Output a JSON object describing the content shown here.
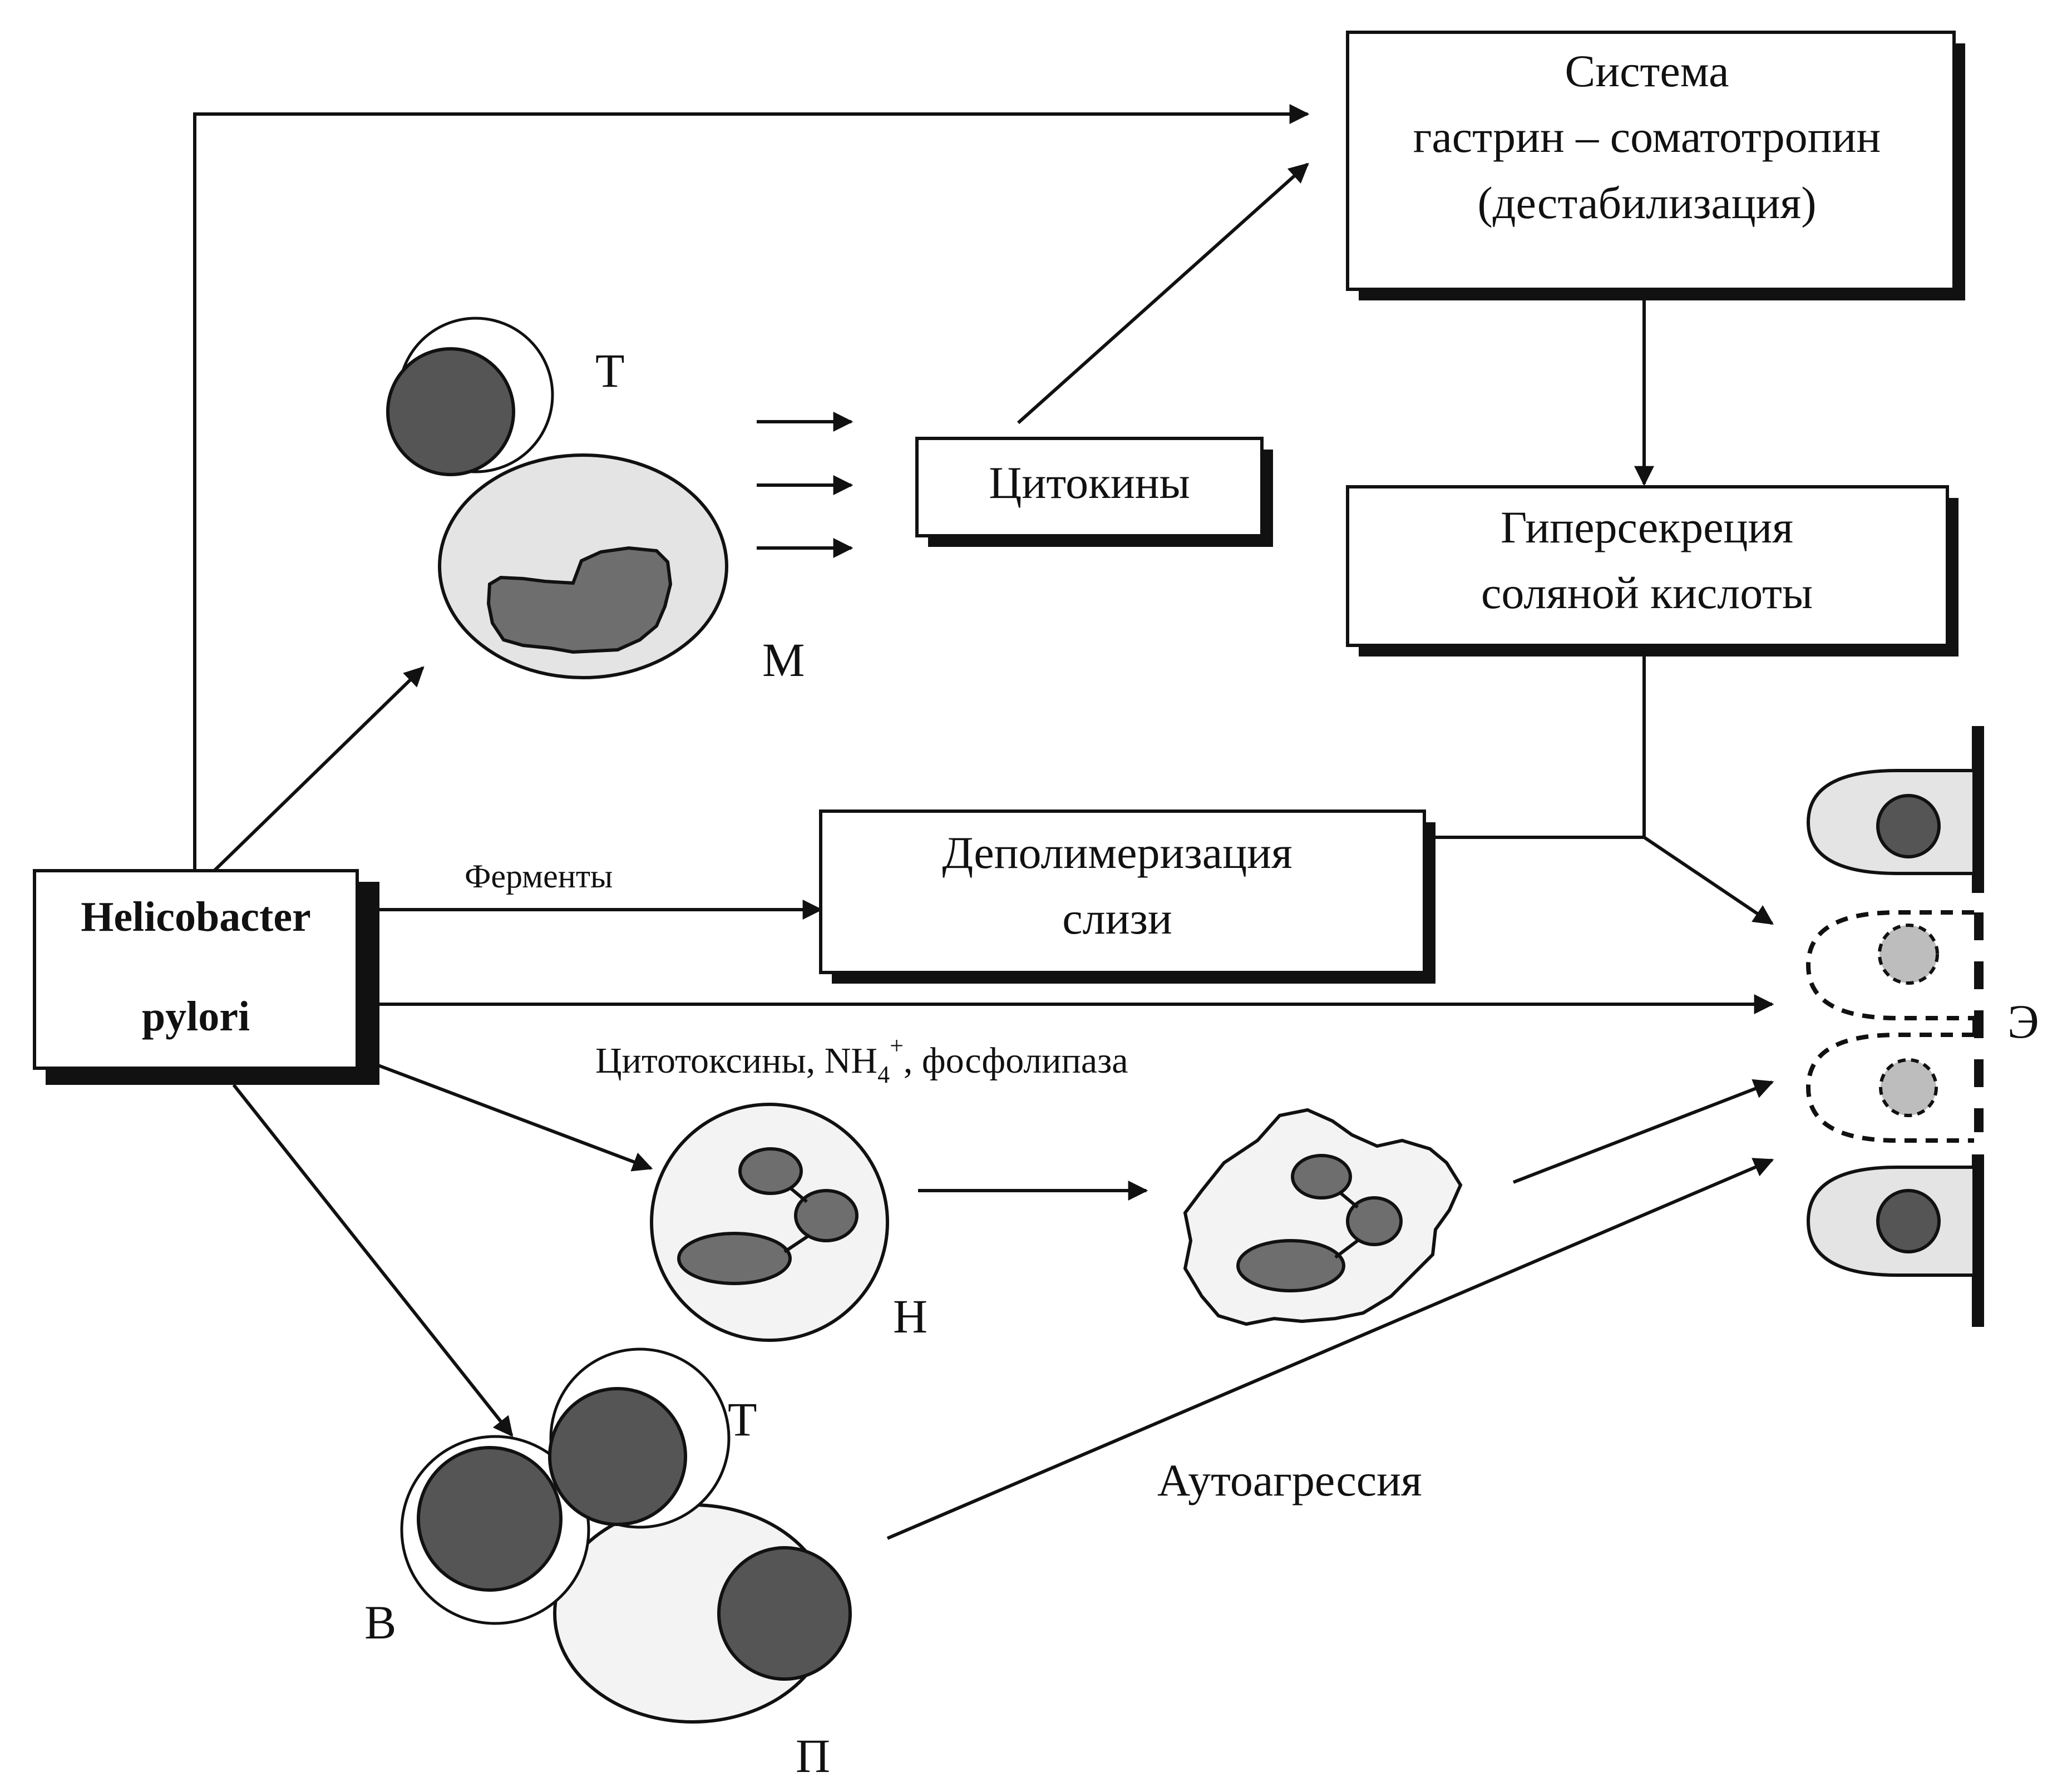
{
  "boxes": {
    "helicobacter": [
      "Helicobacter",
      "pylori"
    ],
    "gastrin_system": [
      "Система",
      "гастрин – соматотропин",
      "(дестабилизация)"
    ],
    "cytokines": "Цитокины",
    "hypersecretion": [
      "Гиперсекреция",
      "соляной кислоты"
    ],
    "depolymerization": [
      "Деполимеризация",
      "слизи"
    ]
  },
  "labels": {
    "enzymes": "Ферменты",
    "cytotoxins_prefix": "Цитотоксины, NH",
    "cytotoxins_sub": "4",
    "cytotoxins_sup": "+",
    "cytotoxins_suffix": ", фосфолипаза",
    "autoaggression": "Аутоагрессия"
  },
  "cell_labels": {
    "t_top": "Т",
    "m": "М",
    "n": "Н",
    "t_bottom": "Т",
    "b": "В",
    "p": "П",
    "e": "Э"
  }
}
